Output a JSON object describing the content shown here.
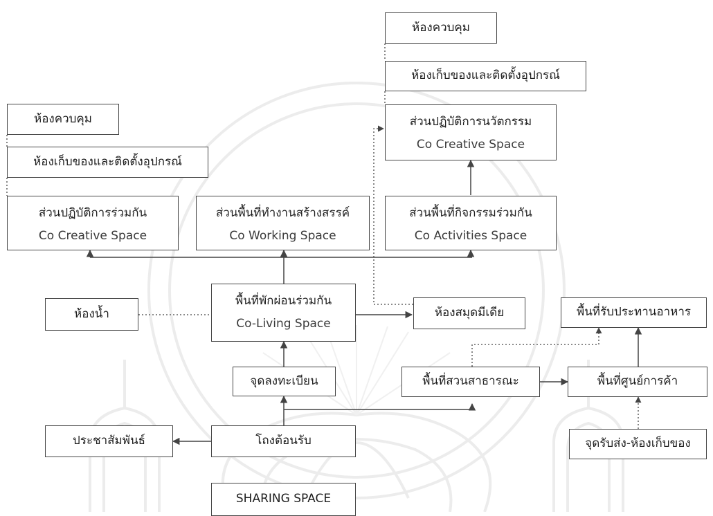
{
  "nodes": {
    "control_room_right": {
      "label": "ห้องควบคุม"
    },
    "storage_right": {
      "label": "ห้องเก็บของและติดตั้งอุปกรณ์"
    },
    "innovation_zone": {
      "label": "ส่วนปฏิบัติการนวัตกรรม",
      "sublabel": "Co Creative Space"
    },
    "control_room_left": {
      "label": "ห้องควบคุม"
    },
    "storage_left": {
      "label": "ห้องเก็บของและติดตั้งอุปกรณ์"
    },
    "collab_zone": {
      "label": "ส่วนปฏิบัติการร่วมกัน",
      "sublabel": "Co Creative Space"
    },
    "creative_work_zone": {
      "label": "ส่วนพื้นที่ทำงานสร้างสรรค์",
      "sublabel": "Co Working Space"
    },
    "activities_zone": {
      "label": "ส่วนพื้นที่กิจกรรมร่วมกัน",
      "sublabel": "Co Activities Space"
    },
    "restroom": {
      "label": "ห้องน้ำ"
    },
    "living_zone": {
      "label": "พื้นที่พักผ่อนร่วมกัน",
      "sublabel": "Co-Living Space"
    },
    "media_library": {
      "label": "ห้องสมุดมีเดีย"
    },
    "dining_area": {
      "label": "พื้นที่รับประทานอาหาร"
    },
    "registration": {
      "label": "จุดลงทะเบียน"
    },
    "public_garden": {
      "label": "พื้นที่สวนสาธารณะ"
    },
    "shopping_center": {
      "label": "พื้นที่ศูนย์การค้า"
    },
    "public_relations": {
      "label": "ประชาสัมพันธ์"
    },
    "reception_hall": {
      "label": "โถงต้อนรับ"
    },
    "delivery_storage": {
      "label": "จุดรับส่ง-ห้องเก็บของ"
    },
    "sharing_space": {
      "label": "SHARING SPACE"
    }
  },
  "colors": {
    "line": "#444444",
    "text": "#1e1e1e",
    "watermark": "#ececec"
  }
}
